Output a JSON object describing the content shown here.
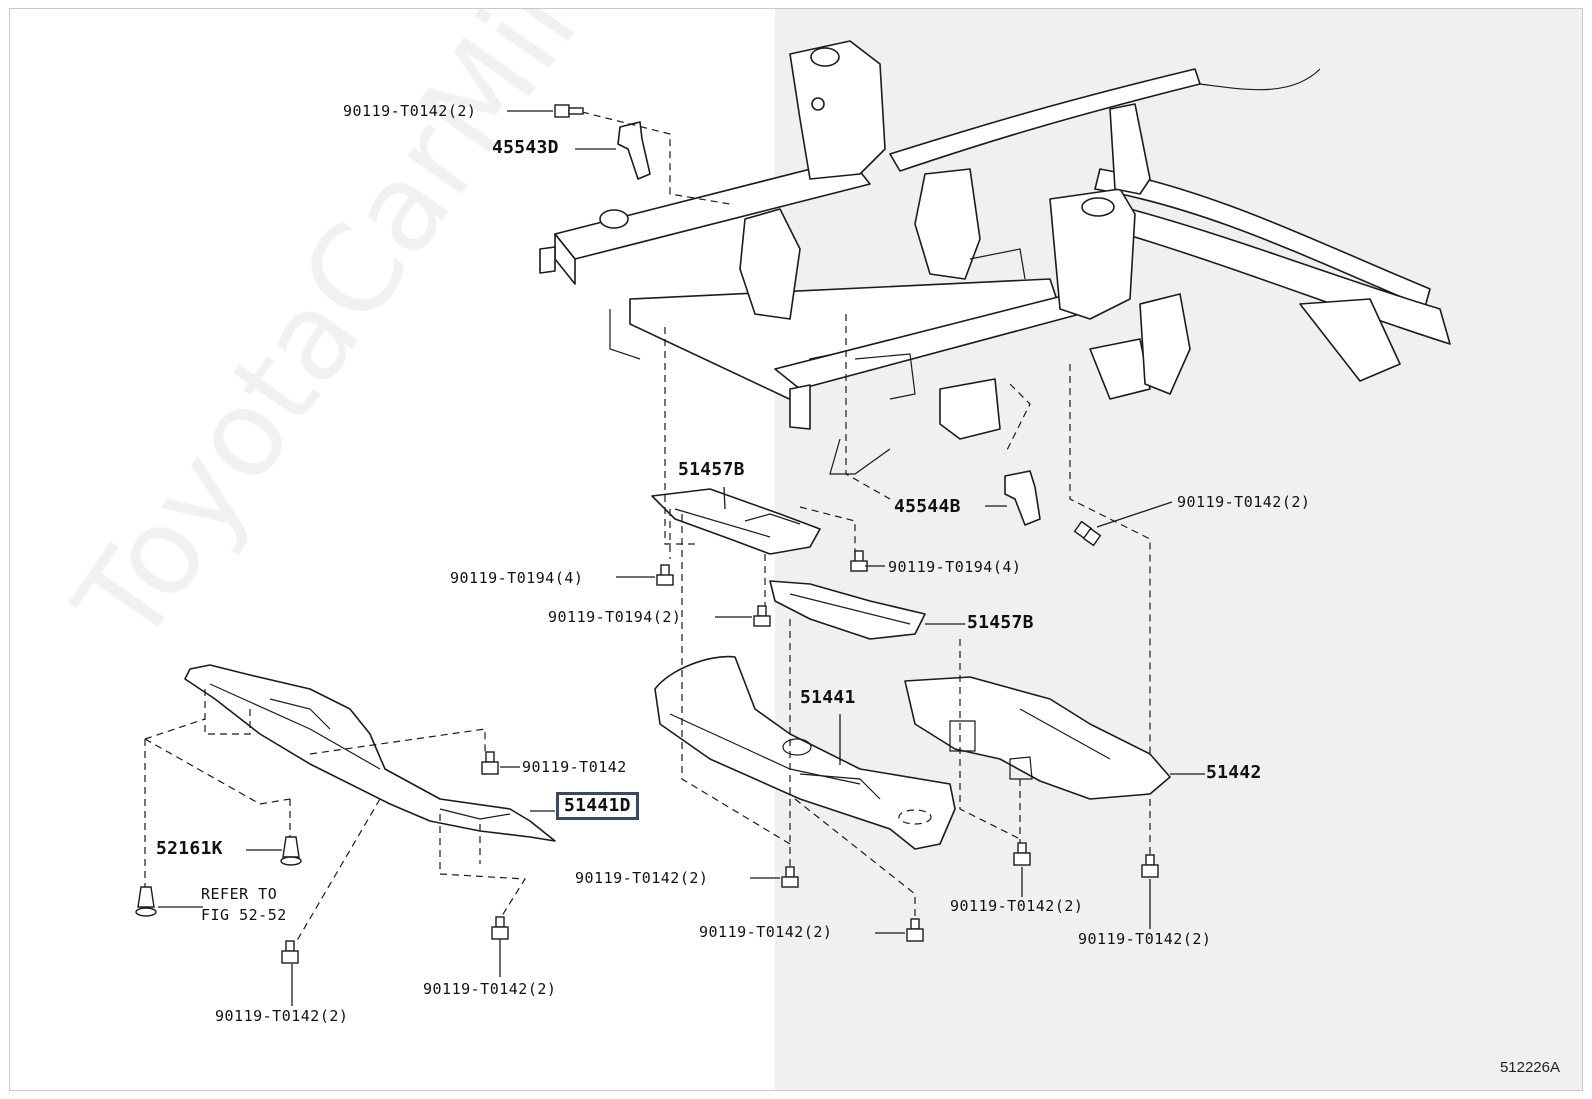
{
  "diagram": {
    "figure_code": "512226A",
    "watermark": "ToyotaCarMine.ru",
    "shading_color": "#f0f0f0",
    "line_color": "#1b1b1b",
    "highlight_border_color": "#3b4a5a",
    "callouts": {
      "c1": "90119-T0142(2)",
      "c2": "45543D",
      "c3": "51457B",
      "c4": "45544B",
      "c5": "90119-T0142(2)",
      "c6": "90119-T0194(4)",
      "c7": "90119-T0194(4)",
      "c8": "90119-T0194(2)",
      "c9": "51457B",
      "c10": "51441",
      "c11": "51442",
      "c12": "90119-T0142",
      "c13": "51441D",
      "c14": "52161K",
      "c15": "REFER TO",
      "c16": "FIG 52-52",
      "c17": "90119-T0142(2)",
      "c18": "90119-T0142(2)",
      "c19": "90119-T0142(2)",
      "c20": "90119-T0142(2)",
      "c21": "90119-T0142(2)",
      "c22": "90119-T0142(2)"
    }
  }
}
